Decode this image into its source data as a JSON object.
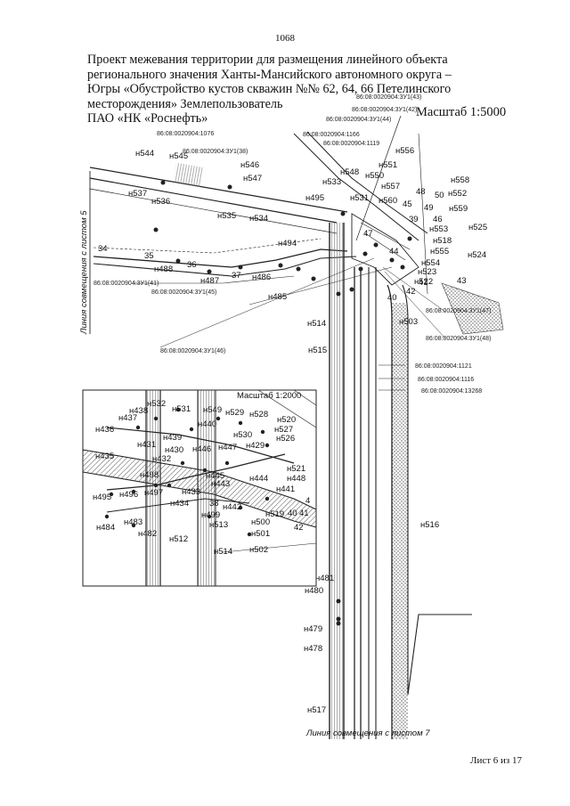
{
  "page_number": "1068",
  "title_lines": [
    "Проект межевания территории для размещения линейного объекта",
    "регионального значения Ханты-Мансийского автономного округа –",
    "Югры «Обустройство кустов скважин №№ 62, 64, 66 Петелинского",
    "месторождения» Землепользователь",
    "ПАО «НК «Роснефть»"
  ],
  "scale_main": "Масштаб 1:5000",
  "scale_inset": "Масштаб 1:2000",
  "sheet_footer": "Лист 6 из 17",
  "match_line_left": "Линия совмещения с листом 5",
  "match_line_bottom": "Линия совмещения с листом 7",
  "cadastral_labels": [
    "86:08:0020904:3У1(43)",
    "86:08:0020904:3У1(42)",
    "86:08:0020904:3У1(44)",
    "86:08:0020904:1076",
    "86:08:0020904:1166",
    "86:08:0020904:1119",
    "86:08:0020904:3У1(38)",
    "86:08:0020904:3У1(41)",
    "86:08:0020904:3У1(45)",
    "86:08:0020904:3У1(46)",
    "86:08:0020904:3У1(47)",
    "86:08:0020904:3У1(48)",
    "86:08:0020904:1121",
    "86:08:0020904:1116",
    "86:08:0020904:13268"
  ],
  "main_points": [
    "н544",
    "н545",
    "н546",
    "н547",
    "н537",
    "н536",
    "н535",
    "н534",
    "н494",
    "н495",
    "н533",
    "н548",
    "н550",
    "н551",
    "н556",
    "н531",
    "н557",
    "н560",
    "н558",
    "н552",
    "н559",
    "н553",
    "н525",
    "н518",
    "н555",
    "н524",
    "н554",
    "н523",
    "н522",
    "н488",
    "н487",
    "н486",
    "н485",
    "н514",
    "н503",
    "н515",
    "н516",
    "н481",
    "н480",
    "н479",
    "н478",
    "н517"
  ],
  "main_contour_numbers": [
    "34",
    "35",
    "36",
    "37",
    "45",
    "47",
    "48",
    "50",
    "49",
    "39",
    "46",
    "44",
    "41",
    "42",
    "43",
    "40"
  ],
  "inset_points": [
    "н532",
    "н438",
    "н531",
    "н549",
    "н529",
    "н528",
    "н437",
    "н440",
    "н520",
    "н436",
    "н439",
    "н530",
    "н527",
    "н526",
    "н431",
    "н430",
    "н446",
    "н447",
    "н429",
    "н435",
    "н432",
    "н521",
    "н448",
    "н498",
    "н445",
    "н444",
    "н443",
    "н441",
    "н495",
    "н496",
    "н497",
    "н433",
    "н434",
    "н442",
    "н499",
    "н519",
    "н484",
    "н483",
    "н482",
    "н513",
    "н500",
    "н501",
    "н512",
    "н514",
    "н502"
  ],
  "inset_contour_numbers": [
    "38",
    "40",
    "41",
    "42",
    "4"
  ]
}
